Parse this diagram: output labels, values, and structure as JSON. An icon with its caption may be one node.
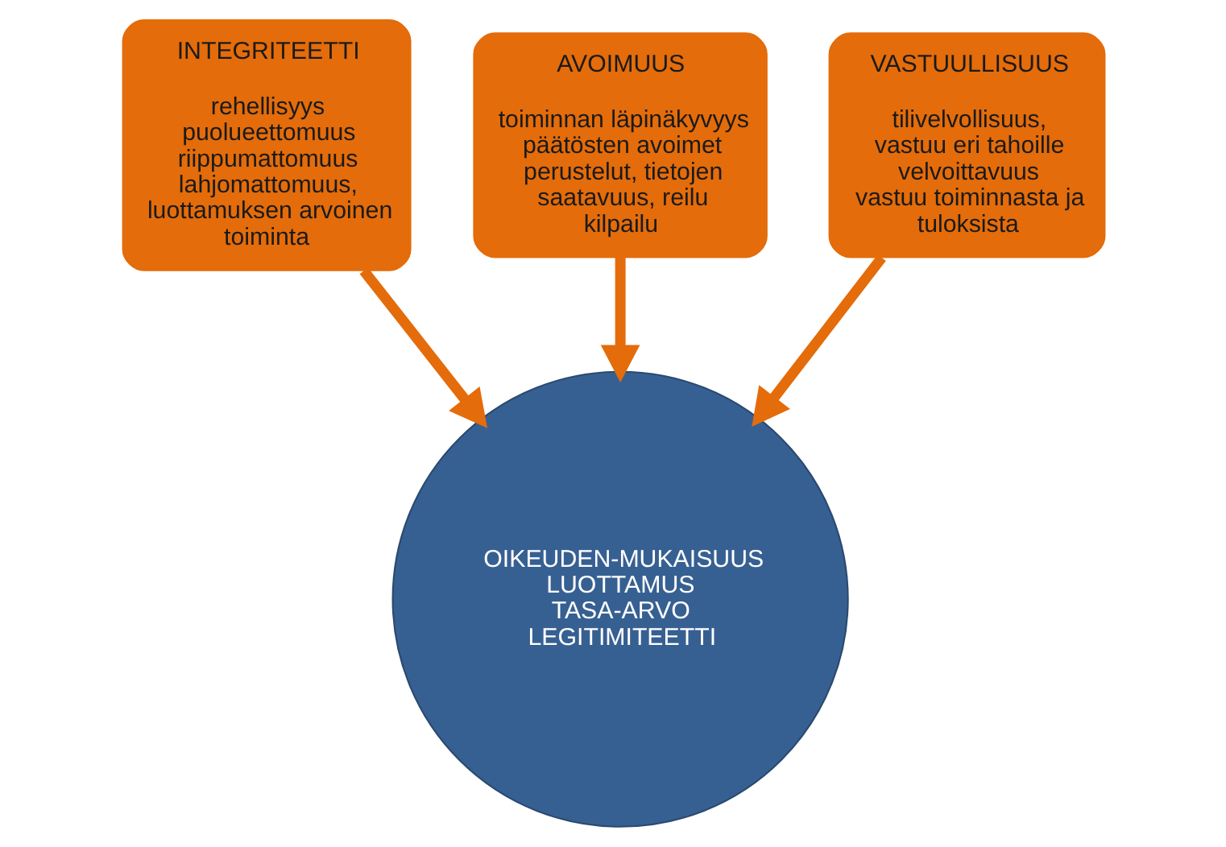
{
  "diagram": {
    "nodes": [
      {
        "text": [
          "INTEGRITEETTI",
          "rehellisyys",
          "puolueettomuus",
          "riippumattomuus",
          "lahjomattomuus,",
          "luottamuksen arvoinen toiminta"
        ]
      },
      {
        "text": [
          "AVOIMUUS",
          "toiminnan läpinäkyvyys",
          "päätösten avoimet perustelut, tietojen saatavuus, reilu kilpailu"
        ]
      },
      {
        "text": [
          "VASTUULLISUUS",
          "tilivelvollisuus, vastuu eri tahoille",
          "velvoittavuus",
          "vastuu toiminnasta ja tuloksista"
        ]
      },
      {
        "text": [
          "OIKEUDEN-MUKAISUUS",
          "LUOTTAMUS",
          "TASA-ARVO",
          "LEGITIMITEETTI"
        ]
      }
    ],
    "edges": [
      {
        "from": 0,
        "to": 3,
        "arrow": "to"
      },
      {
        "from": 1,
        "to": 3,
        "arrow": "to"
      },
      {
        "from": 2,
        "to": 3,
        "arrow": "to"
      }
    ]
  }
}
